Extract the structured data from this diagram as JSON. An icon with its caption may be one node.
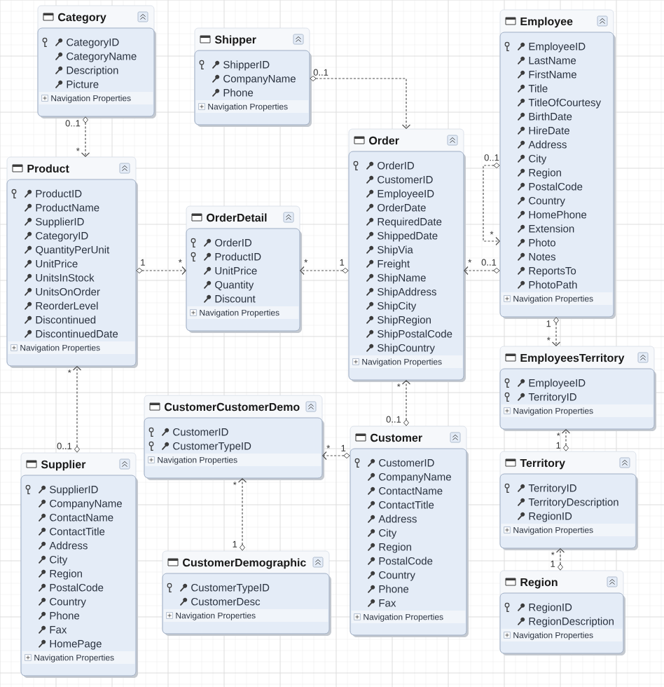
{
  "diagram": {
    "nodes": [
      {
        "text": [
          "Category",
          "CategoryID",
          "CategoryName",
          "Description",
          "Picture",
          "Navigation Properties"
        ]
      },
      {
        "text": [
          "Shipper",
          "ShipperID",
          "CompanyName",
          "Phone",
          "Navigation Properties"
        ]
      },
      {
        "text": [
          "Employee",
          "EmployeeID",
          "LastName",
          "FirstName",
          "Title",
          "TitleOfCourtesy",
          "BirthDate",
          "HireDate",
          "Address",
          "City",
          "Region",
          "PostalCode",
          "Country",
          "HomePhone",
          "Extension",
          "Photo",
          "Notes",
          "ReportsTo",
          "PhotoPath",
          "Navigation Properties"
        ]
      },
      {
        "text": [
          "Order",
          "OrderID",
          "CustomerID",
          "EmployeeID",
          "OrderDate",
          "RequiredDate",
          "ShippedDate",
          "ShipVia",
          "Freight",
          "ShipName",
          "ShipAddress",
          "ShipCity",
          "ShipRegion",
          "ShipPostalCode",
          "ShipCountry",
          "Navigation Properties"
        ]
      },
      {
        "text": [
          "Product",
          "ProductID",
          "ProductName",
          "SupplierID",
          "CategoryID",
          "QuantityPerUnit",
          "UnitPrice",
          "UnitsInStock",
          "UnitsOnOrder",
          "ReorderLevel",
          "Discontinued",
          "DiscontinuedDate",
          "Navigation Properties"
        ]
      },
      {
        "text": [
          "OrderDetail",
          "OrderID",
          "ProductID",
          "UnitPrice",
          "Quantity",
          "Discount",
          "Navigation Properties"
        ]
      },
      {
        "text": [
          "EmployeesTerritory",
          "EmployeeID",
          "TerritoryID",
          "Navigation Properties"
        ]
      },
      {
        "text": [
          "CustomerCustomerDemo",
          "CustomerID",
          "CustomerTypeID",
          "Navigation Properties"
        ]
      },
      {
        "text": [
          "Customer",
          "CustomerID",
          "CompanyName",
          "ContactName",
          "ContactTitle",
          "Address",
          "City",
          "Region",
          "PostalCode",
          "Country",
          "Phone",
          "Fax",
          "Navigation Properties"
        ]
      },
      {
        "text": [
          "Territory",
          "TerritoryID",
          "TerritoryDescription",
          "RegionID",
          "Navigation Properties"
        ]
      },
      {
        "text": [
          "Supplier",
          "SupplierID",
          "CompanyName",
          "ContactName",
          "ContactTitle",
          "Address",
          "City",
          "Region",
          "PostalCode",
          "Country",
          "Phone",
          "Fax",
          "HomePage",
          "Navigation Properties"
        ]
      },
      {
        "text": [
          "CustomerDemographic",
          "CustomerTypeID",
          "CustomerDesc",
          "Navigation Properties"
        ]
      },
      {
        "text": [
          "Region",
          "RegionID",
          "RegionDescription",
          "Navigation Properties"
        ]
      }
    ],
    "edges": [
      {
        "from": 0,
        "to": 4,
        "arrow": "to",
        "style": "dashed"
      },
      {
        "from": 1,
        "to": 3,
        "arrow": "to",
        "style": "dashed"
      },
      {
        "from": 4,
        "to": 5,
        "arrow": "to",
        "style": "dashed"
      },
      {
        "from": 3,
        "to": 5,
        "arrow": "to",
        "style": "dashed"
      },
      {
        "from": 2,
        "to": 2,
        "arrow": "to",
        "style": "dashed"
      },
      {
        "from": 2,
        "to": 3,
        "arrow": "to",
        "style": "dashed"
      },
      {
        "from": 2,
        "to": 6,
        "arrow": "to",
        "style": "dashed"
      },
      {
        "from": 8,
        "to": 3,
        "arrow": "to",
        "style": "dashed"
      },
      {
        "from": 8,
        "to": 7,
        "arrow": "to",
        "style": "dashed"
      },
      {
        "from": 9,
        "to": 6,
        "arrow": "to",
        "style": "dashed"
      },
      {
        "from": 10,
        "to": 4,
        "arrow": "to",
        "style": "dashed"
      },
      {
        "from": 11,
        "to": 7,
        "arrow": "to",
        "style": "dashed"
      },
      {
        "from": 12,
        "to": 9,
        "arrow": "to",
        "style": "dashed"
      }
    ],
    "labels": [
      "0..1",
      "0..1",
      "*",
      "0..1",
      "*",
      "1",
      "*",
      "*",
      "1",
      "*",
      "0..1",
      "1",
      "*",
      "*",
      "*",
      "0..1",
      "*",
      "*",
      "1",
      "1",
      "0..1",
      "*",
      "1",
      "*",
      "1"
    ]
  }
}
